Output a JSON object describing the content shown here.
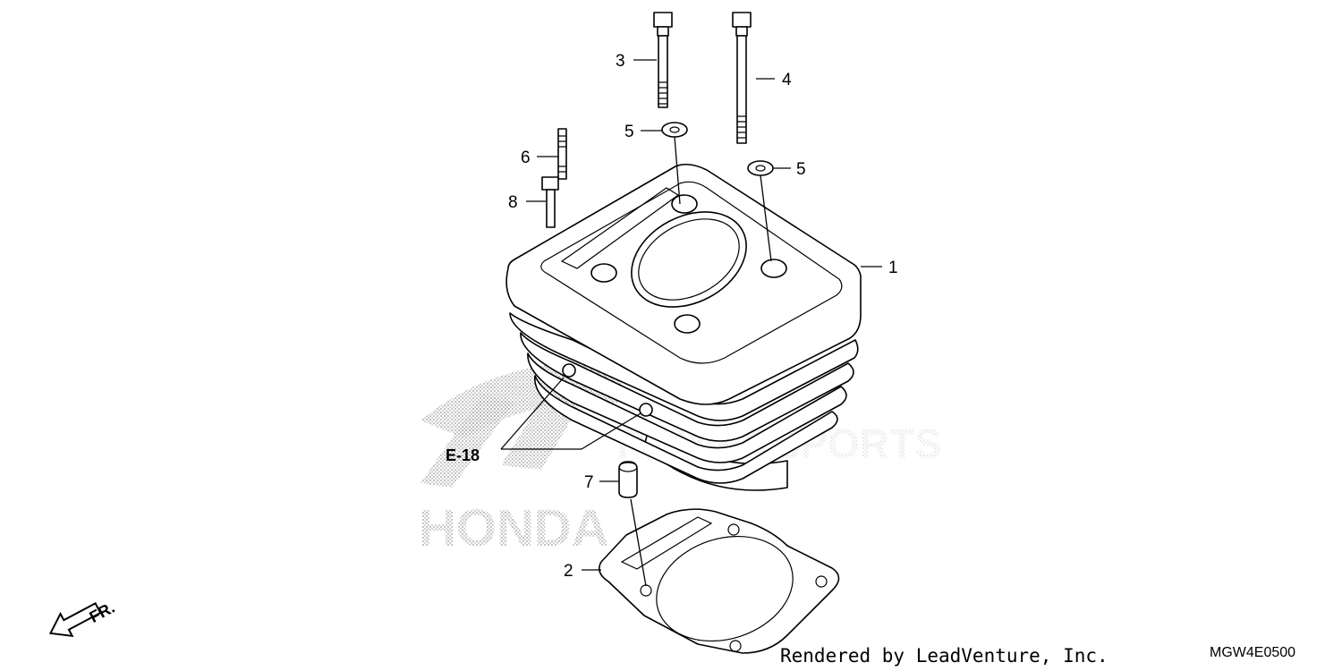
{
  "diagram": {
    "callouts": [
      {
        "id": "c1",
        "label": "1"
      },
      {
        "id": "c2",
        "label": "2"
      },
      {
        "id": "c3",
        "label": "3"
      },
      {
        "id": "c4",
        "label": "4"
      },
      {
        "id": "c5a",
        "label": "5"
      },
      {
        "id": "c5b",
        "label": "5"
      },
      {
        "id": "c6",
        "label": "6"
      },
      {
        "id": "c7",
        "label": "7"
      },
      {
        "id": "c8",
        "label": "8"
      }
    ],
    "reference": "E-18",
    "direction_label": "FR.",
    "watermark": {
      "brand": "HONDA",
      "suffix": "POWERSPORTS"
    }
  },
  "footer": {
    "rendered_by": "Rendered by LeadVenture, Inc.",
    "diagram_code": "MGW4E0500"
  }
}
